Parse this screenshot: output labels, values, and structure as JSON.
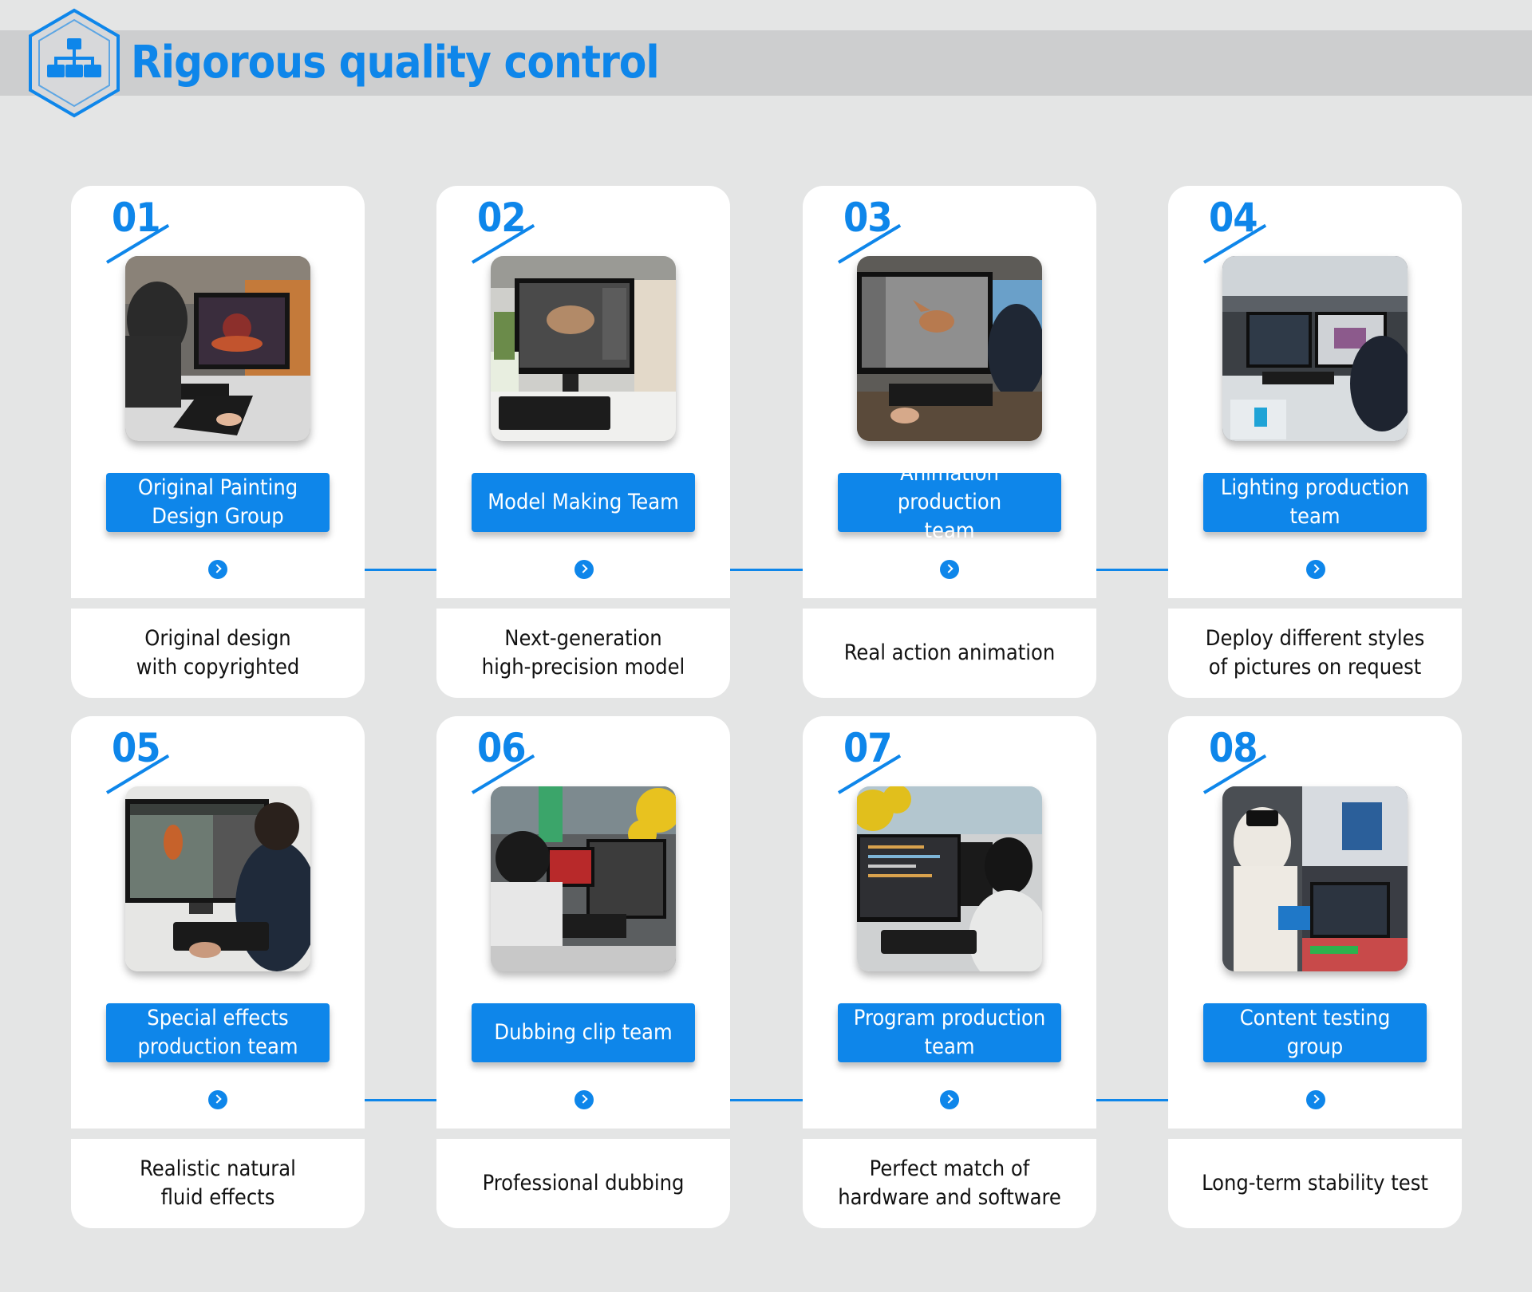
{
  "header": {
    "title": "Rigorous quality control",
    "icon": "org-chart-hexagon-icon",
    "accent_color": "#0e86ea"
  },
  "steps": [
    {
      "number": "01",
      "team": "Original Painting\nDesign Group",
      "description": "Original design\nwith copyrighted",
      "photo": "artist-with-tablet"
    },
    {
      "number": "02",
      "team": "Model Making Team",
      "description": "Next-generation\nhigh-precision model",
      "photo": "3d-modeling-monitor"
    },
    {
      "number": "03",
      "team": "Animation production\nteam",
      "description": "Real action animation",
      "photo": "dinosaur-animation-monitor"
    },
    {
      "number": "04",
      "team": "Lighting production\nteam",
      "description": "Deploy different styles\nof pictures on request",
      "photo": "office-dual-monitors"
    },
    {
      "number": "05",
      "team": "Special effects\nproduction team",
      "description": "Realistic natural\nfluid effects",
      "photo": "effects-artist-monitor"
    },
    {
      "number": "06",
      "team": "Dubbing clip team",
      "description": "Professional dubbing",
      "photo": "editor-with-headphones"
    },
    {
      "number": "07",
      "team": "Program production\nteam",
      "description": "Perfect match of\nhardware and software",
      "photo": "programmer-code-monitor"
    },
    {
      "number": "08",
      "team": "Content testing\ngroup",
      "description": "Long-term stability test",
      "photo": "vr-headset-tester"
    }
  ]
}
